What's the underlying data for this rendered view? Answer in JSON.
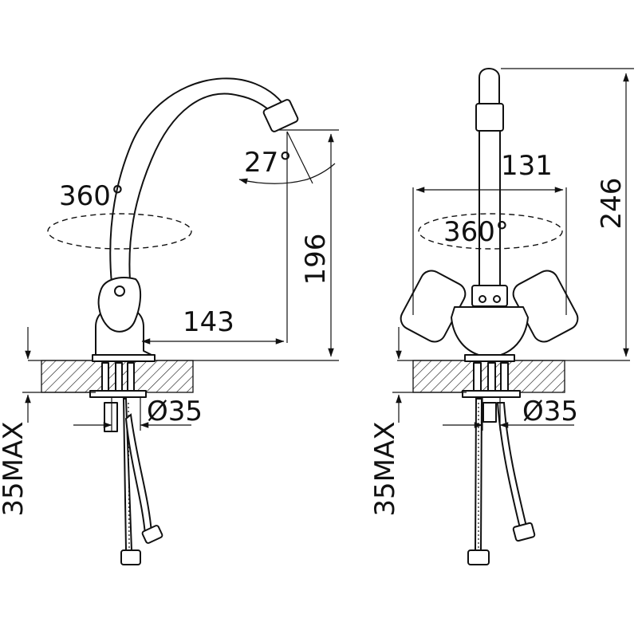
{
  "views": {
    "side": {
      "rotation_label": "360°",
      "angle_label": "27°",
      "height_label": "196",
      "reach_label": "143",
      "hole_label": "Ø35",
      "thickness_label": "35MAX"
    },
    "front": {
      "width_label": "131",
      "rotation_label": "360°",
      "height_label": "246",
      "hole_label": "Ø35",
      "thickness_label": "35MAX"
    }
  }
}
